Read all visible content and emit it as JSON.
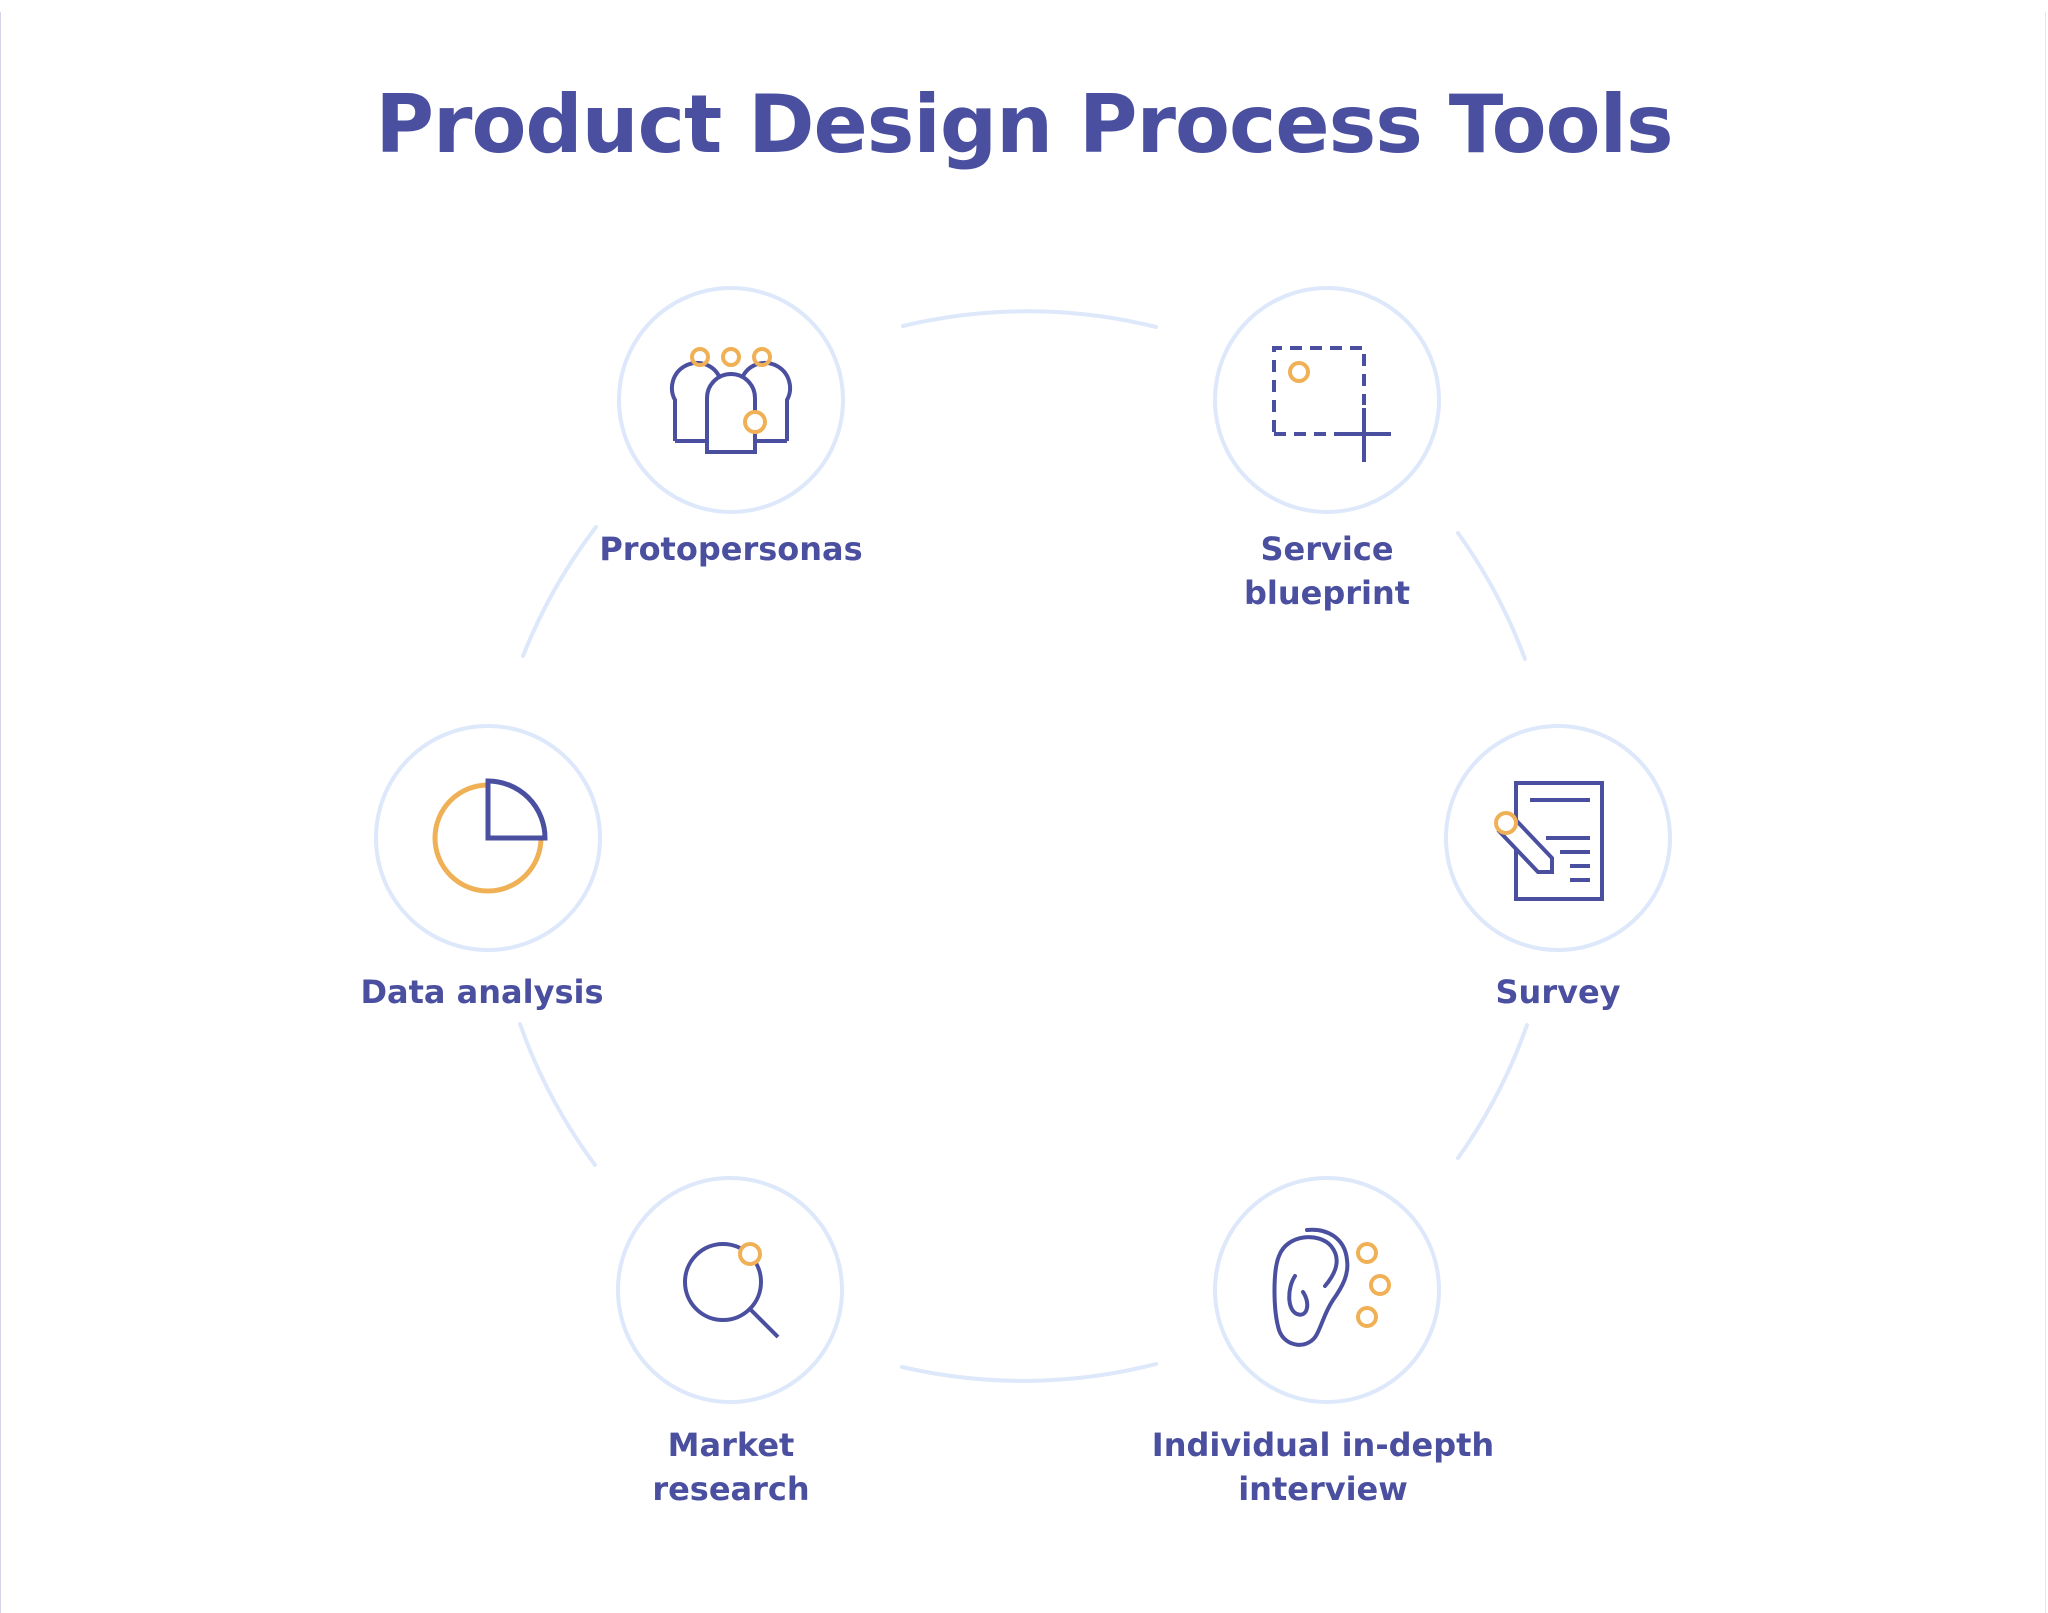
{
  "title": "Product Design Process Tools",
  "colors": {
    "primary": "#4a4f9f",
    "accent": "#f0b055",
    "ring": "#dde8fb",
    "background": "#ffffff"
  },
  "tools": [
    {
      "id": "protopersonas",
      "icon": "people-group-icon",
      "label_lines": [
        "Protopersonas"
      ]
    },
    {
      "id": "service-blueprint",
      "icon": "dashed-selection-plus-icon",
      "label_lines": [
        "Service",
        "blueprint"
      ]
    },
    {
      "id": "survey",
      "icon": "document-pencil-icon",
      "label_lines": [
        "Survey"
      ]
    },
    {
      "id": "individual-in-depth-interview",
      "icon": "ear-icon",
      "label_lines": [
        "Individual in-depth",
        "interview"
      ]
    },
    {
      "id": "market-research",
      "icon": "magnifier-icon",
      "label_lines": [
        "Market",
        "research"
      ]
    },
    {
      "id": "data-analysis",
      "icon": "pie-chart-icon",
      "label_lines": [
        "Data analysis"
      ]
    }
  ]
}
